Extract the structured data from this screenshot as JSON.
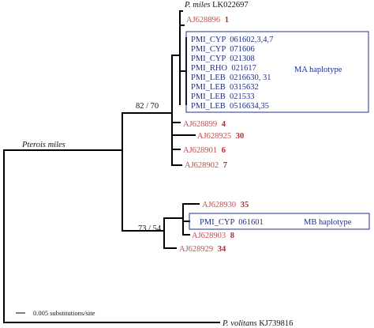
{
  "tree_title": "Pterois miles",
  "leaves": {
    "reference_miles": {
      "species": "P. miles",
      "accession": "LK022697"
    },
    "aj628896": {
      "accession": "AJ628896",
      "hap": "1"
    },
    "aj628899": {
      "accession": "AJ628899",
      "hap": "4"
    },
    "aj628925": {
      "accession": "AJ628925",
      "hap": "30"
    },
    "aj628901": {
      "accession": "AJ628901",
      "hap": "6"
    },
    "aj628902": {
      "accession": "AJ628902",
      "hap": "7"
    },
    "aj628930": {
      "accession": "AJ628930",
      "hap": "35"
    },
    "aj628903": {
      "accession": "AJ628903",
      "hap": "8"
    },
    "aj628929": {
      "accession": "AJ628929",
      "hap": "34"
    },
    "outgroup": {
      "species": "P. volitans",
      "accession": "KJ739816"
    }
  },
  "ma_group": {
    "label": "MA haplotype",
    "items": [
      "PMI_CYP  061602,3,4,7",
      "PMI_CYP  071606",
      "PMI_CYP  021308",
      "PMI_RHO  021617",
      "PMI_LEB  0216630, 31",
      "PMI_LEB  0315632",
      "PMI_LEB  021533",
      "PMI_LEB  0516634,35"
    ]
  },
  "mb_group": {
    "label": "MB haplotype",
    "item": "PMI_CYP  061601"
  },
  "support": {
    "ma_node": "82 / 70",
    "mb_node": "73 / 54"
  },
  "scale_bar": {
    "label": "0.005 substitutions/site"
  },
  "colors": {
    "accession": "#c0504d",
    "haplotype_number": "#b8292f",
    "group": "#1f2f8a",
    "branch": "#000000"
  }
}
